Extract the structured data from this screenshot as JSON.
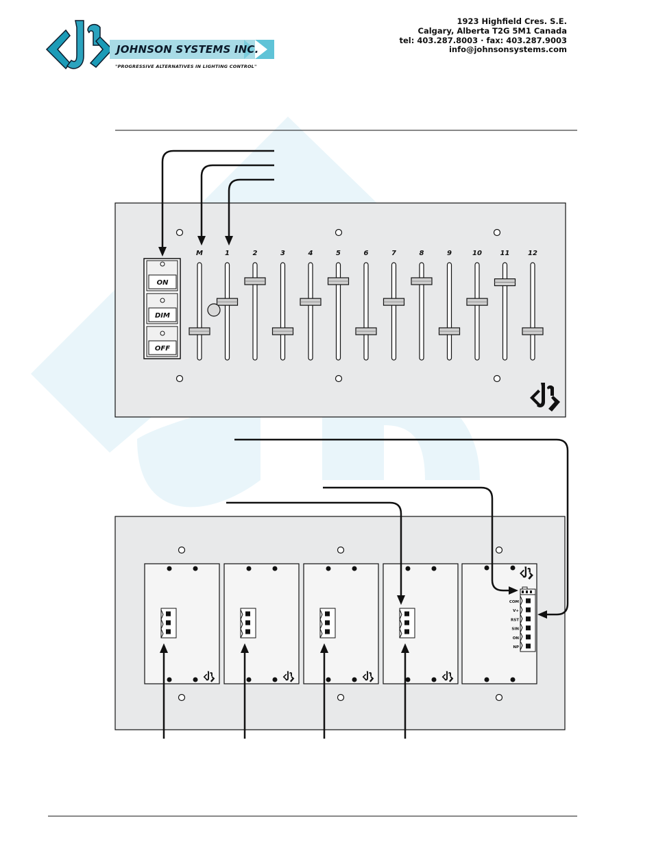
{
  "header": {
    "company_name": "JOHNSON SYSTEMS INC.",
    "tagline": "\"PROGRESSIVE ALTERNATIVES IN LIGHTING CONTROL\"",
    "address_line1": "1923 Highfield Cres. S.E.",
    "address_line2": "Calgary, Alberta  T2G 5M1 Canada",
    "phone_line": "tel: 403.287.8003 · fax: 403.287.9003",
    "email": "info@johnsonsystems.com"
  },
  "control_panel": {
    "buttons": [
      {
        "label": "ON"
      },
      {
        "label": "DIM"
      },
      {
        "label": "OFF"
      }
    ],
    "sliders": [
      {
        "label": "M",
        "level": 0.3
      },
      {
        "label": "1",
        "level": 0.57
      },
      {
        "label": "2",
        "level": 0.76
      },
      {
        "label": "3",
        "level": 0.3
      },
      {
        "label": "4",
        "level": 0.57
      },
      {
        "label": "5",
        "level": 0.76
      },
      {
        "label": "6",
        "level": 0.3
      },
      {
        "label": "7",
        "level": 0.57
      },
      {
        "label": "8",
        "level": 0.76
      },
      {
        "label": "9",
        "level": 0.3
      },
      {
        "label": "10",
        "level": 0.57
      },
      {
        "label": "11",
        "level": 0.75
      },
      {
        "label": "12",
        "level": 0.3
      }
    ]
  },
  "module_panel": {
    "module_count": 4,
    "terminal_labels": [
      "COM",
      "V+",
      "RST",
      "SIN",
      "ON",
      "NP"
    ]
  },
  "colors": {
    "panel": "#e8e9ea",
    "module": "#f5f5f5",
    "watermark": "#e8f4f9",
    "brand_teal": "#2ba3be",
    "brand_dark": "#0b1a2a",
    "stroke": "#111111"
  }
}
